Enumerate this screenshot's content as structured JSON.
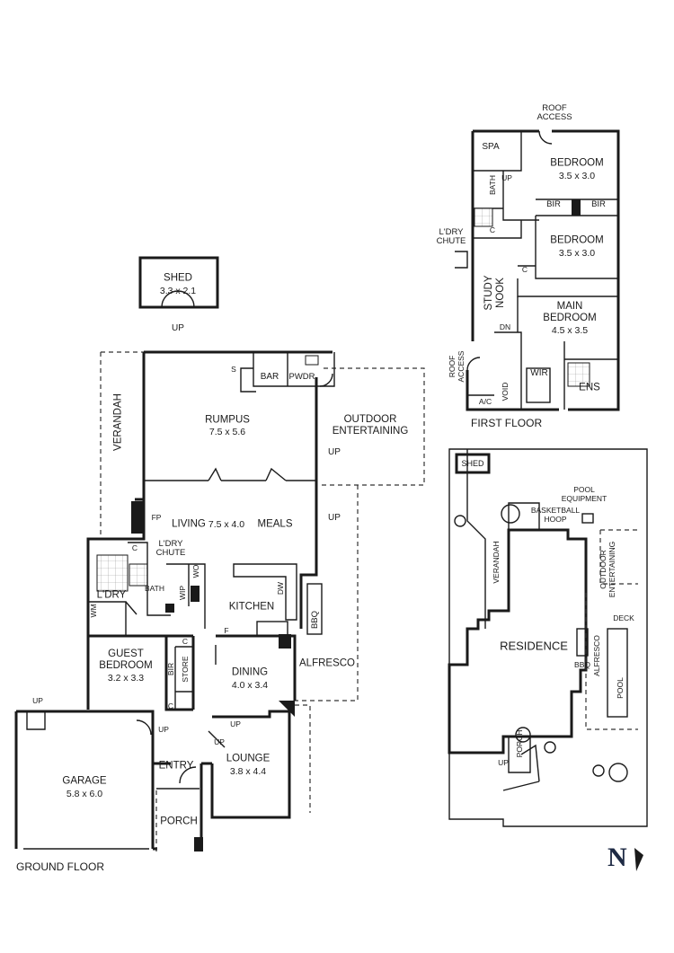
{
  "ground_floor": {
    "title": "GROUND FLOOR",
    "rooms": {
      "shed": {
        "name": "SHED",
        "size": "3.3 x 2.1",
        "up": "UP"
      },
      "rumpus": {
        "name": "RUMPUS",
        "size": "7.5  x 5.6"
      },
      "bar": "BAR",
      "pwdr": "PWDR",
      "s_label": "S",
      "outdoor": "OUTDOOR\nENTERTAINING",
      "verandah": "VERANDAH",
      "living": "LIVING",
      "living_size": "7.5 x 4.0",
      "meals": "MEALS",
      "fp": "FP",
      "ldry_chute": "L'DRY\nCHUTE",
      "c1": "C",
      "ldry": "L'DRY",
      "wm": "WM",
      "bath": "BATH",
      "wip": "WIP",
      "wo": "WO",
      "dw": "DW",
      "kitchen": "KITCHEN",
      "bbq": "BBQ",
      "f": "F",
      "guest_bedroom": {
        "name": "GUEST\nBEDROOM",
        "size": "3.2 x 3.3"
      },
      "bir": "BIR",
      "store": "STORE",
      "c2": "C",
      "c3": "C",
      "dining": {
        "name": "DINING",
        "size": "4.0 x 3.4"
      },
      "alfresco": "ALFRESCO",
      "up_rumpus": "UP",
      "up_meals": "UP",
      "up_garage": "UP",
      "up_store": "UP",
      "up_dining": "UP",
      "up_lounge": "UP",
      "garage": {
        "name": "GARAGE",
        "size": "5.8 x 6.0"
      },
      "entry": "ENTRY",
      "lounge": {
        "name": "LOUNGE",
        "size": "3.8 x 4.4"
      },
      "porch": "PORCH"
    }
  },
  "first_floor": {
    "title": "FIRST FLOOR",
    "rooms": {
      "roof_access_top": "ROOF\nACCESS",
      "spa": "SPA",
      "bath": "BATH",
      "up": "UP",
      "bedroom1": {
        "name": "BEDROOM",
        "size": "3.5 x 3.0"
      },
      "bir1": "BIR",
      "bir2": "BIR",
      "c1": "C",
      "ldry_chute": "L'DRY\nCHUTE",
      "bedroom2": {
        "name": "BEDROOM",
        "size": "3.5 x 3.0"
      },
      "c2": "C",
      "study_nook": "STUDY\nNOOK",
      "main_bedroom": {
        "name": "MAIN\nBEDROOM",
        "size": "4.5 x 3.5"
      },
      "dn": "DN",
      "roof_access_side": "ROOF\nACCESS",
      "wir": "WIR",
      "void": "VOID",
      "ens": "ENS",
      "ac": "A/C"
    }
  },
  "site_plan": {
    "shed": "SHED",
    "pool_equipment": "POOL\nEQUIPMENT",
    "basketball_hoop": "BASKETBALL\nHOOP",
    "verandah": "VERANDAH",
    "outdoor": "OUTDOOR\nENTERTAINING",
    "deck": "DECK",
    "residence": "RESIDENCE",
    "alfresco": "ALFRESCO",
    "bbq": "BBQ",
    "pool": "POOL",
    "porch": "PORCH",
    "up": "UP"
  },
  "north_label": "N",
  "colors": {
    "wall": "#1a1a1a",
    "north": "#1e2a44"
  }
}
